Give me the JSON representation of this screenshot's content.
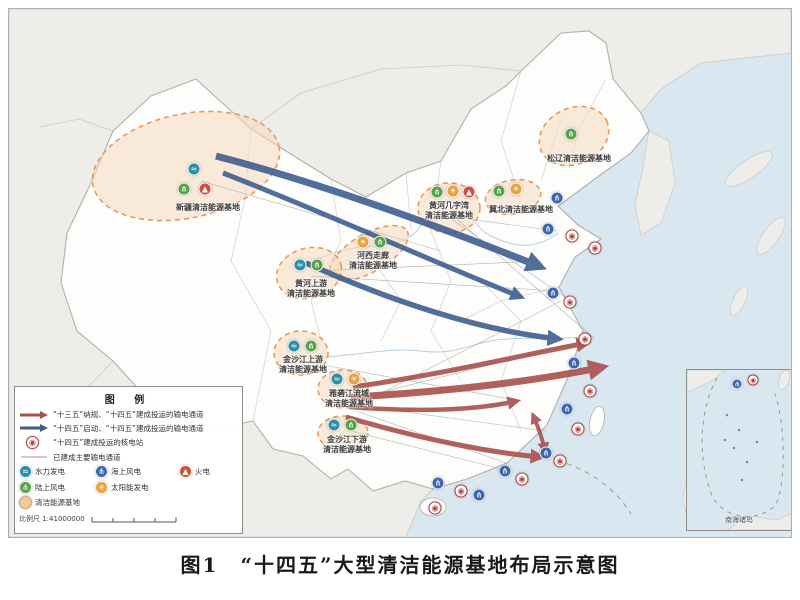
{
  "caption": {
    "figure_no": "图1",
    "title": "“十四五”大型清洁能源基地布局示意图"
  },
  "legend": {
    "title": "图 例",
    "corridor_red": "“十三五”纳规、“十四五”建成投运的输电通道",
    "corridor_blue": "“十四五”启动、“十四五”建成投运的输电通道",
    "nuclear_station": "“十四五”建成投运的核电站",
    "built_line": "已建成主要输电通道",
    "scale": "比例尺 1:41000000"
  },
  "icons": {
    "hydro": {
      "label": "水力发电",
      "glyph": "≈",
      "bg": "#2e8fa5",
      "fg": "#ffffff"
    },
    "offshore_wind": {
      "label": "海上风电",
      "glyph": "⋔",
      "bg": "#3c67ab",
      "fg": "#ffffff"
    },
    "thermal": {
      "label": "火电",
      "glyph": "▲",
      "bg": "#cc4f3b",
      "fg": "#ffffff"
    },
    "onshore_wind": {
      "label": "陆上风电",
      "glyph": "⋔",
      "bg": "#59a04b",
      "fg": "#ffffff"
    },
    "solar": {
      "label": "太阳能发电",
      "glyph": "☀",
      "bg": "#e6a23c",
      "fg": "#ffffff"
    },
    "nuclear": {
      "glyph": "◉",
      "bg": "#ffffff",
      "fg": "#b5413c",
      "border": "#b5413c"
    },
    "base": {
      "label": "清洁能源基地",
      "glyph": "",
      "bg": "#f2c79b",
      "fg": "#ffffff",
      "border": "#e2a36f"
    }
  },
  "bases": [
    {
      "id": "xinjiang",
      "line1": "新疆清洁能源基地",
      "line2": ""
    },
    {
      "id": "huanghe_up",
      "line1": "黄河上游",
      "line2": "清洁能源基地"
    },
    {
      "id": "hexi",
      "line1": "河西走廊",
      "line2": "清洁能源基地"
    },
    {
      "id": "jiziwan",
      "line1": "黄河几字湾",
      "line2": "清洁能源基地"
    },
    {
      "id": "jibei",
      "line1": "冀北清洁能源基地",
      "line2": ""
    },
    {
      "id": "songliao",
      "line1": "松辽清洁能源基地",
      "line2": ""
    },
    {
      "id": "jinsha_up",
      "line1": "金沙江上游",
      "line2": "清洁能源基地"
    },
    {
      "id": "yalong",
      "line1": "雅砻江流域",
      "line2": "清洁能源基地"
    },
    {
      "id": "jinsha_down",
      "line1": "金沙江下游",
      "line2": "清洁能源基地"
    }
  ],
  "inset": {
    "label": "南海诸岛"
  },
  "colors": {
    "red_corridor": "#a8514e",
    "blue_corridor": "#3f5e8f",
    "base_fill": "#f5d9ba",
    "base_stroke": "#e49a5f",
    "sea": "#d8e7f0"
  }
}
